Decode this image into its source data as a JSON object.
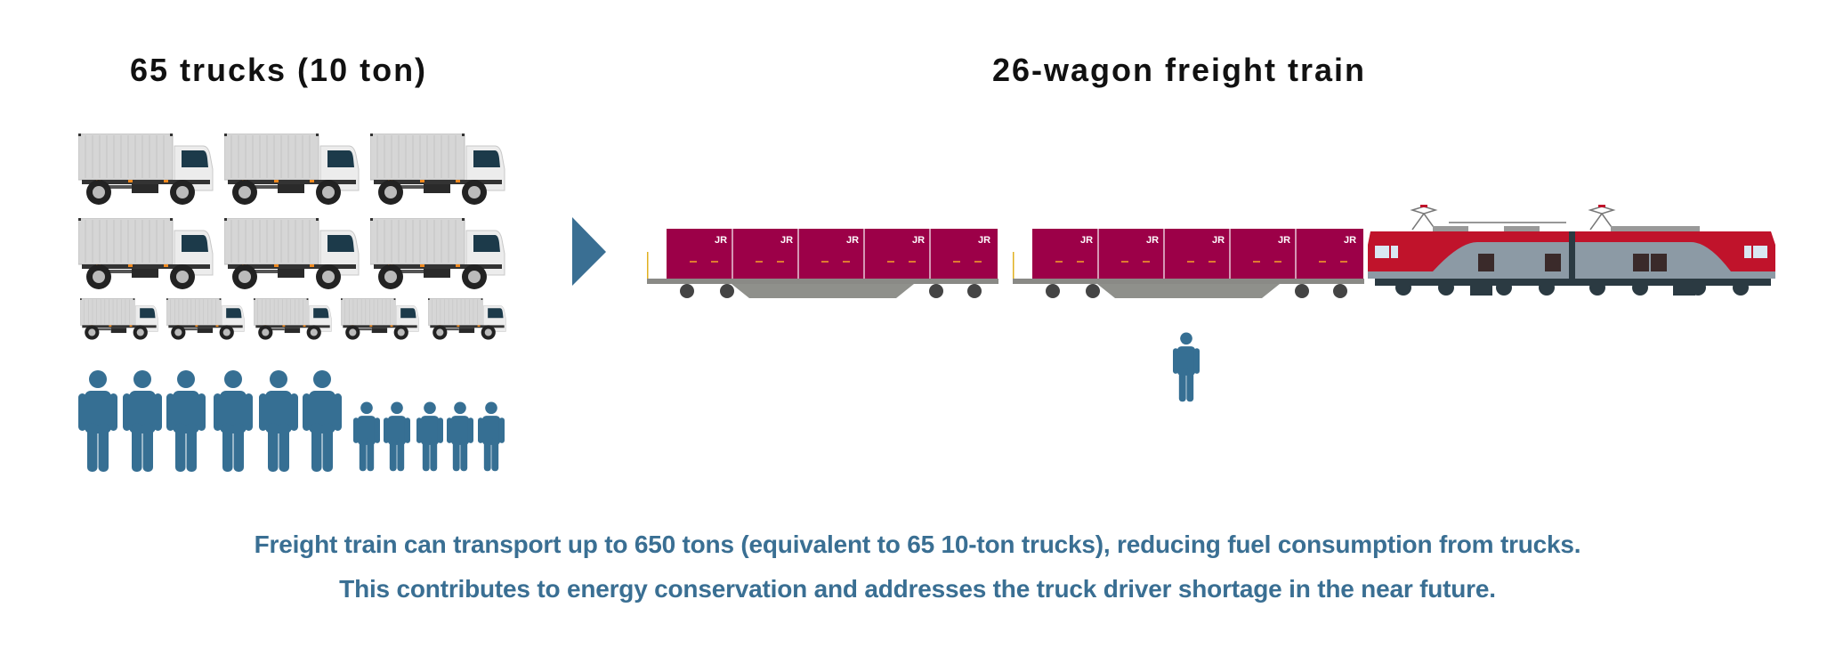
{
  "left": {
    "title": "65 trucks (10 ton)",
    "large_trucks": 6,
    "small_trucks": 5,
    "large_drivers": 6,
    "small_drivers": 5
  },
  "right": {
    "title": "26-wagon freight train",
    "wagons_shown": 2,
    "containers_per_wagon": 5,
    "container_logo": "JR",
    "drivers": 1
  },
  "caption": {
    "line1": "Freight train can transport up to 650 tons (equivalent to 65 10-ton trucks), reducing fuel consumption from trucks.",
    "line2": "This contributes to energy conservation and addresses the truck driver shortage in the near future."
  },
  "colors": {
    "accent": "#3a6f93",
    "container": "#9c0048",
    "locomotive_red": "#c0132b",
    "locomotive_gray": "#8c9aa5",
    "truck_body": "#d6d6d6"
  }
}
